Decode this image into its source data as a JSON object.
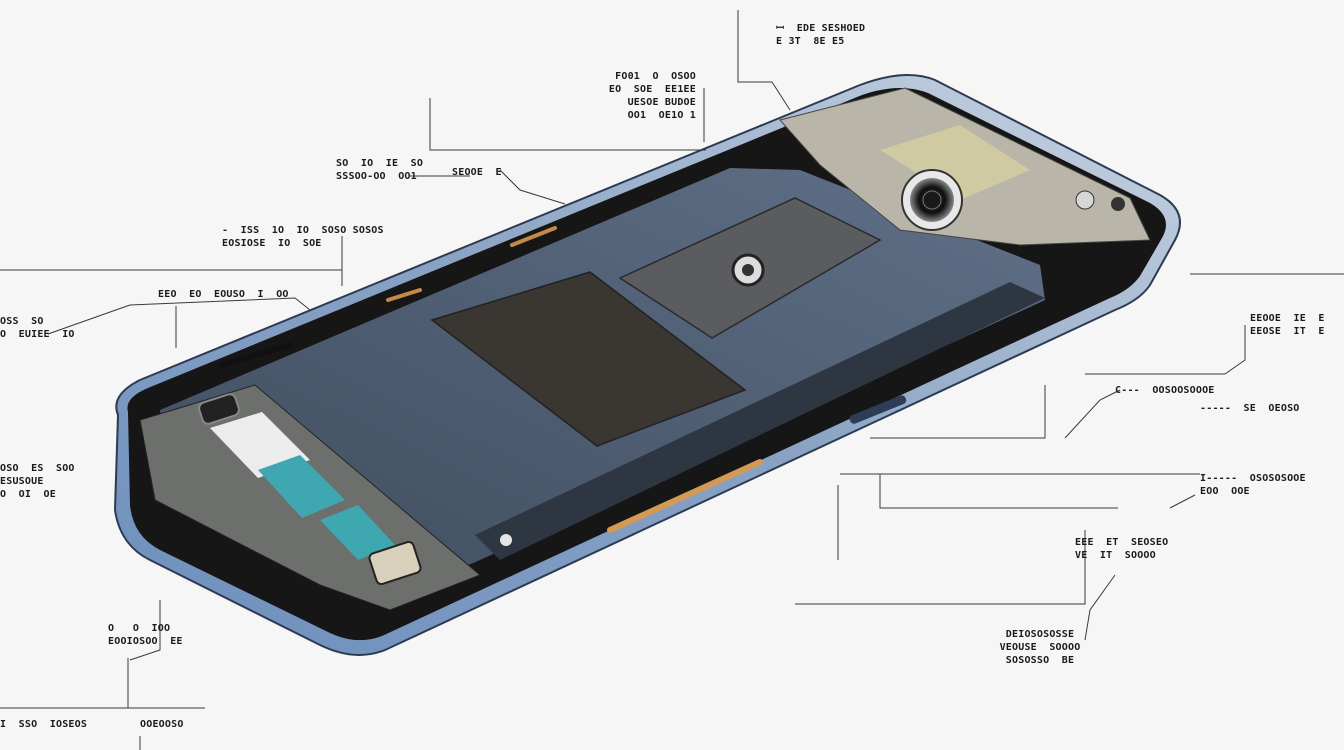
{
  "callouts": [
    {
      "id": "c01",
      "text": "ꟷ  EDE SESHOED\nE 3T  8E E5"
    },
    {
      "id": "c02",
      "text": "FO01  O  OSOO\nEO  SOE  EE1EE\nUESOE BUDOE\nOO1  OE1O 1"
    },
    {
      "id": "c03",
      "text": "SO  IO  IE  SO\nSSSOO-OO  OO1"
    },
    {
      "id": "c04",
      "text": "SEOOE  E"
    },
    {
      "id": "c05",
      "text": "-  ISS  1O  IO  SOSO SOSOS\nEOSIOSE  IO  SOE"
    },
    {
      "id": "c06",
      "text": "EEO  EO  EOUSO  I  OO"
    },
    {
      "id": "c07",
      "text": "OSS  SO\nO  EUIEE  IO"
    },
    {
      "id": "c08",
      "text": "OSO  ES  SOO\nESUSOUE\nO  OI  OE"
    },
    {
      "id": "c09",
      "text": "O   O  IOO\nEOOIOSOO  EE"
    },
    {
      "id": "c10",
      "text": "I  SSO  IOSEOS"
    },
    {
      "id": "c11",
      "text": "OOEOOSO"
    },
    {
      "id": "c12",
      "text": "EEOOE  IE  E\nEEOSE  IT  E"
    },
    {
      "id": "c13",
      "text": "C---  OOSOOSOOOE"
    },
    {
      "id": "c14",
      "text": "-----  SE  OEOSO"
    },
    {
      "id": "c15",
      "text": "I-----  OSOSOSOOE\nEOO  OOE"
    },
    {
      "id": "c16",
      "text": "EEE  ET  SEOSEO\nVE  IT  SOOOO"
    },
    {
      "id": "c17",
      "text": "DEIOSOSOSSE\nVEOUSE  SOOOO\nSOSOSSO  BE"
    }
  ],
  "colors": {
    "background": "#f6f6f6",
    "frame_rim": "#5a7aa6",
    "interior": "#4d5c70",
    "leader_line": "#3a3a3a"
  }
}
